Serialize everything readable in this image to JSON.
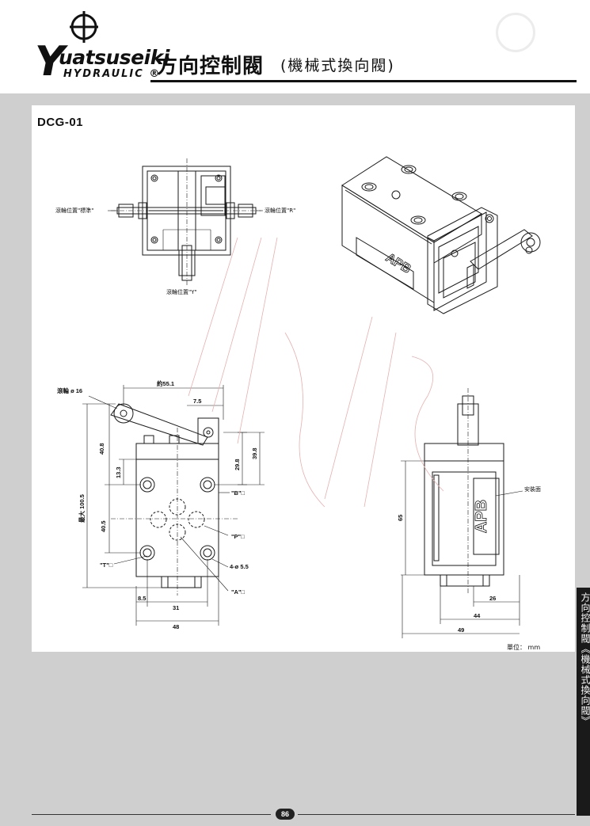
{
  "header": {
    "brand_initial": "Y",
    "brand_name": "uatsuseiki",
    "brand_sub": "HYDRAULIC ®",
    "title_main": "方向控制閥",
    "title_sub": "(機械式換向閥)"
  },
  "model": "DCG-01",
  "top_view": {
    "roller_std": "滾輪位置\"標準\"",
    "roller_r": "滾輪位置\"R\"",
    "roller_y": "滾輪位置\"Y\""
  },
  "iso_view": {
    "plate_text": "APB"
  },
  "front_view": {
    "roller_dia": "滾輪  ø 16",
    "d_55_1": "約55.1",
    "d_7_5": "7.5",
    "d_40_8": "40.8",
    "d_13_3": "13.3",
    "d_max_100_5": "最大 100.5",
    "d_40_5": "40.5",
    "d_29_8": "29.8",
    "d_39_8": "39.8",
    "port_b": "\"B\"□",
    "port_p": "\"P\"□",
    "port_t": "\"T\"□",
    "holes": "4-ø 5.5",
    "port_a": "\"A\"□",
    "d_8_5": "8.5",
    "d_31": "31",
    "d_48": "48"
  },
  "side_view": {
    "mount_face": "安裝面",
    "plate_text": "APB",
    "d_65": "65",
    "d_26": "26",
    "d_44": "44",
    "d_49": "49"
  },
  "unit": "單位： mm",
  "side_tab": "方向控制閥《機械式換向閥》",
  "page_number": "86"
}
